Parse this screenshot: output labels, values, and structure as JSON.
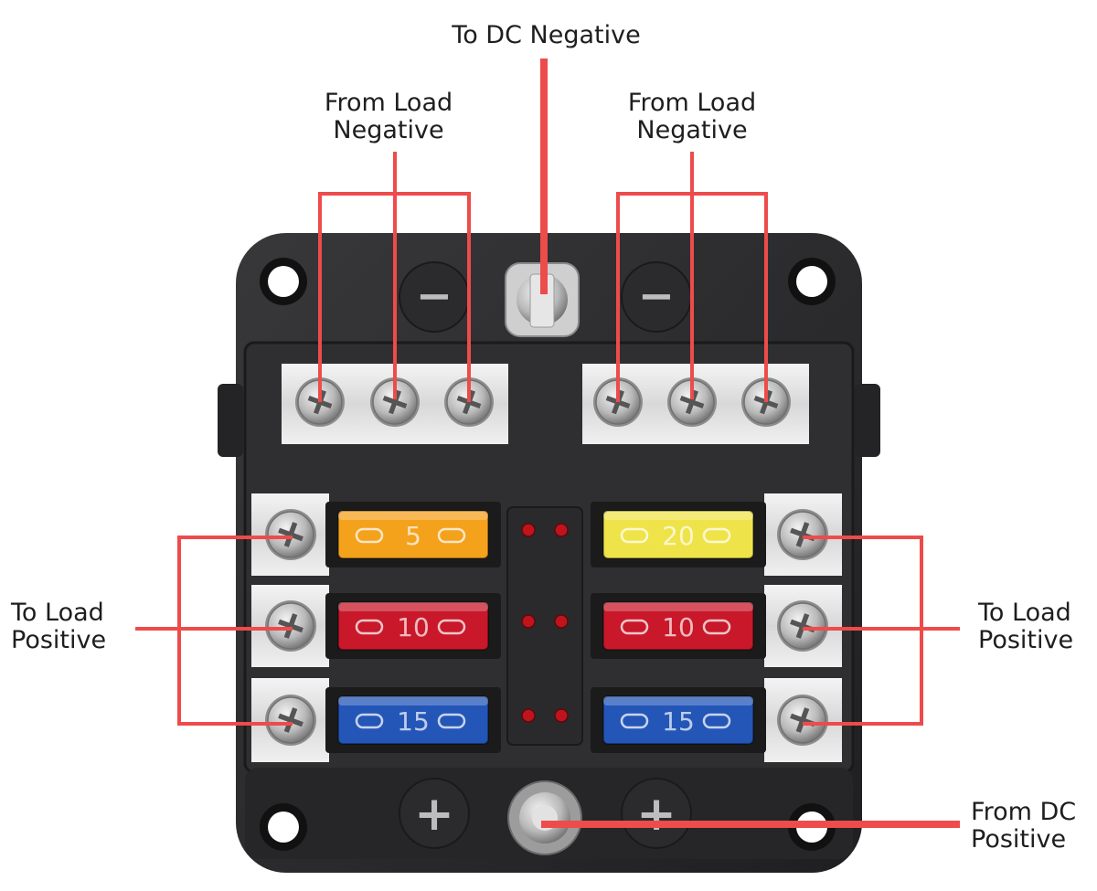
{
  "labels": {
    "dc_negative": "To DC Negative",
    "load_neg_left": [
      "From Load",
      "Negative"
    ],
    "load_neg_right": [
      "From Load",
      "Negative"
    ],
    "load_pos_left": [
      "To Load",
      "Positive"
    ],
    "load_pos_right": [
      "To Load",
      "Positive"
    ],
    "dc_positive": [
      "From DC",
      "Positive"
    ]
  },
  "fuses": {
    "left": [
      {
        "rating": "5",
        "color": "#f4a11c"
      },
      {
        "rating": "10",
        "color": "#c8182a"
      },
      {
        "rating": "15",
        "color": "#2456b8"
      }
    ],
    "right": [
      {
        "rating": "20",
        "color": "#efe34a"
      },
      {
        "rating": "10",
        "color": "#c8182a"
      },
      {
        "rating": "15",
        "color": "#2456b8"
      }
    ]
  },
  "negative_symbols": [
    "−",
    "−"
  ],
  "positive_symbols": [
    "+",
    "+"
  ],
  "colors": {
    "callout_line": "#ee4b4b",
    "housing": "#2a2a2c",
    "label_text": "#1e1e1e",
    "led": "#c0141c"
  }
}
